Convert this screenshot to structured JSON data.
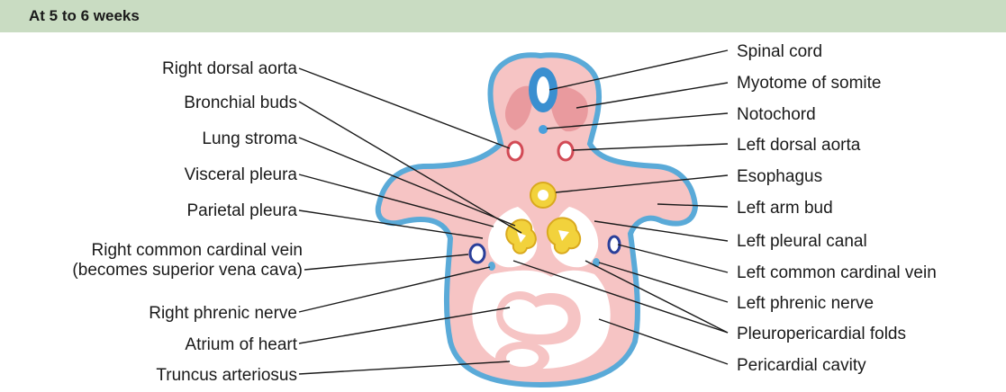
{
  "header": {
    "title": "At 5 to 6 weeks"
  },
  "labels_left": [
    "Right dorsal aorta",
    "Bronchial buds",
    "Lung stroma",
    "Visceral pleura",
    "Parietal pleura",
    "Right common cardinal vein",
    "(becomes superior vena cava)",
    "Right phrenic nerve",
    "Atrium of heart",
    "Truncus arteriosus"
  ],
  "labels_right": [
    "Spinal cord",
    "Myotome of somite",
    "Notochord",
    "Left dorsal aorta",
    "Esophagus",
    "Left arm bud",
    "Left pleural canal",
    "Left common cardinal vein",
    "Left phrenic nerve",
    "Pleuropericardial folds",
    "Pericardial cavity"
  ],
  "colors": {
    "header_bg": "#c9dcc2",
    "body_fill": "#f6c4c4",
    "outline_blue": "#5aaad8",
    "cavity_white": "#ffffff",
    "myotome": "#e99a9e",
    "spinal_cord": "#3a8fd0",
    "lung_yellow": "#f2d23c",
    "vessel_red": "#d24a55"
  }
}
